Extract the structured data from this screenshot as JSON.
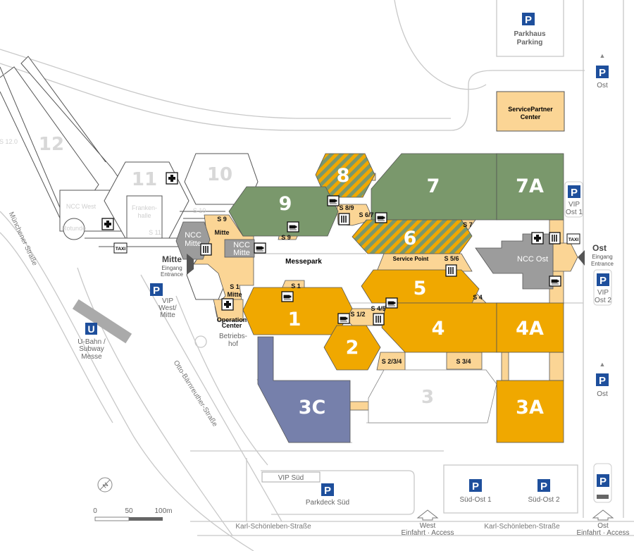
{
  "colors": {
    "hall_orange": "#f0a800",
    "connector": "#fbd595",
    "hall_green": "#7a986c",
    "hall_blue": "#7680ab",
    "ncc_gray": "#9c9c9c",
    "parking_blue": "#1e4f9c",
    "service_center": "#fbd595"
  },
  "halls": {
    "h1": "1",
    "h2": "2",
    "h3": "3",
    "h3a": "3A",
    "h3c": "3C",
    "h4": "4",
    "h4a": "4A",
    "h5": "5",
    "h6": "6",
    "h7": "7",
    "h7a": "7A",
    "h8": "8",
    "h9": "9",
    "h10": "10",
    "h11": "11",
    "h12": "12"
  },
  "buildings": {
    "ncc_west": "NCC West",
    "frankenhalle_1": "Franken-",
    "frankenhalle_2": "halle",
    "rotunde": "Rotunde",
    "ncc_mitte_a1": "NCC",
    "ncc_mitte_a2": "Mitte",
    "ncc_mitte_b1": "NCC",
    "ncc_mitte_b2": "Mitte",
    "ncc_ost": "NCC Ost",
    "messepark": "Messepark",
    "servicepartner_1": "ServicePartner",
    "servicepartner_2": "Center",
    "operation_1": "Operation",
    "operation_2": "Center",
    "betriebshof_1": "Betriebs-",
    "betriebshof_2": "hof",
    "service_point": "Service Point"
  },
  "passages": {
    "s12": "S 12.0",
    "s10": "S 10",
    "s11": "S 11",
    "s9m_1": "S 9",
    "s9m_2": "Mitte",
    "s9": "S 9",
    "s89": "S 8/9",
    "s67": "S 6/7",
    "s7": "S 7",
    "s56": "S 5/6",
    "s4": "S 4",
    "s45": "S 4/5",
    "s12b": "S 1/2",
    "s1": "S 1",
    "s1m_1": "S 1",
    "s1m_2": "Mitte",
    "s234": "S 2/3/4",
    "s34": "S 3/4"
  },
  "entrances": {
    "mitte_title": "Mitte",
    "mitte_de": "Eingang",
    "mitte_en": "Entrance",
    "ost_title": "Ost",
    "ost_de": "Eingang",
    "ost_en": "Entrance"
  },
  "parking": {
    "p_glyph": "P",
    "parkhaus_1": "Parkhaus",
    "parkhaus_2": "Parking",
    "ost_top": "Ost",
    "vip_ost1_1": "VIP",
    "vip_ost1_2": "Ost 1",
    "vip_ost2_1": "VIP",
    "vip_ost2_2": "Ost 2",
    "ost_mid": "Ost",
    "vip_west_1": "VIP",
    "vip_west_2": "West/",
    "vip_west_3": "Mitte",
    "vip_sued": "VIP Süd",
    "parkdeck_sued": "Parkdeck Süd",
    "sued_ost_1": "Süd-Ost 1",
    "sued_ost_2": "Süd-Ost 2"
  },
  "transit": {
    "ubahn_glyph": "U",
    "ubahn_1": "U-Bahn /",
    "ubahn_2": "Subway",
    "ubahn_3": "Messe",
    "taxi": "TAXI"
  },
  "streets": {
    "muenchener": "Münchener Straße",
    "otto": "Otto-Bärnreuther-Straße",
    "karl_west": "Karl-Schönleben-Straße",
    "karl_east": "Karl-Schönleben-Straße"
  },
  "access": {
    "west_1": "West",
    "west_2": "Einfahrt · Access",
    "ost_1": "Ost",
    "ost_2": "Einfahrt · Access"
  },
  "scale": {
    "s0": "0",
    "s50": "50",
    "s100": "100m",
    "north": "N"
  }
}
